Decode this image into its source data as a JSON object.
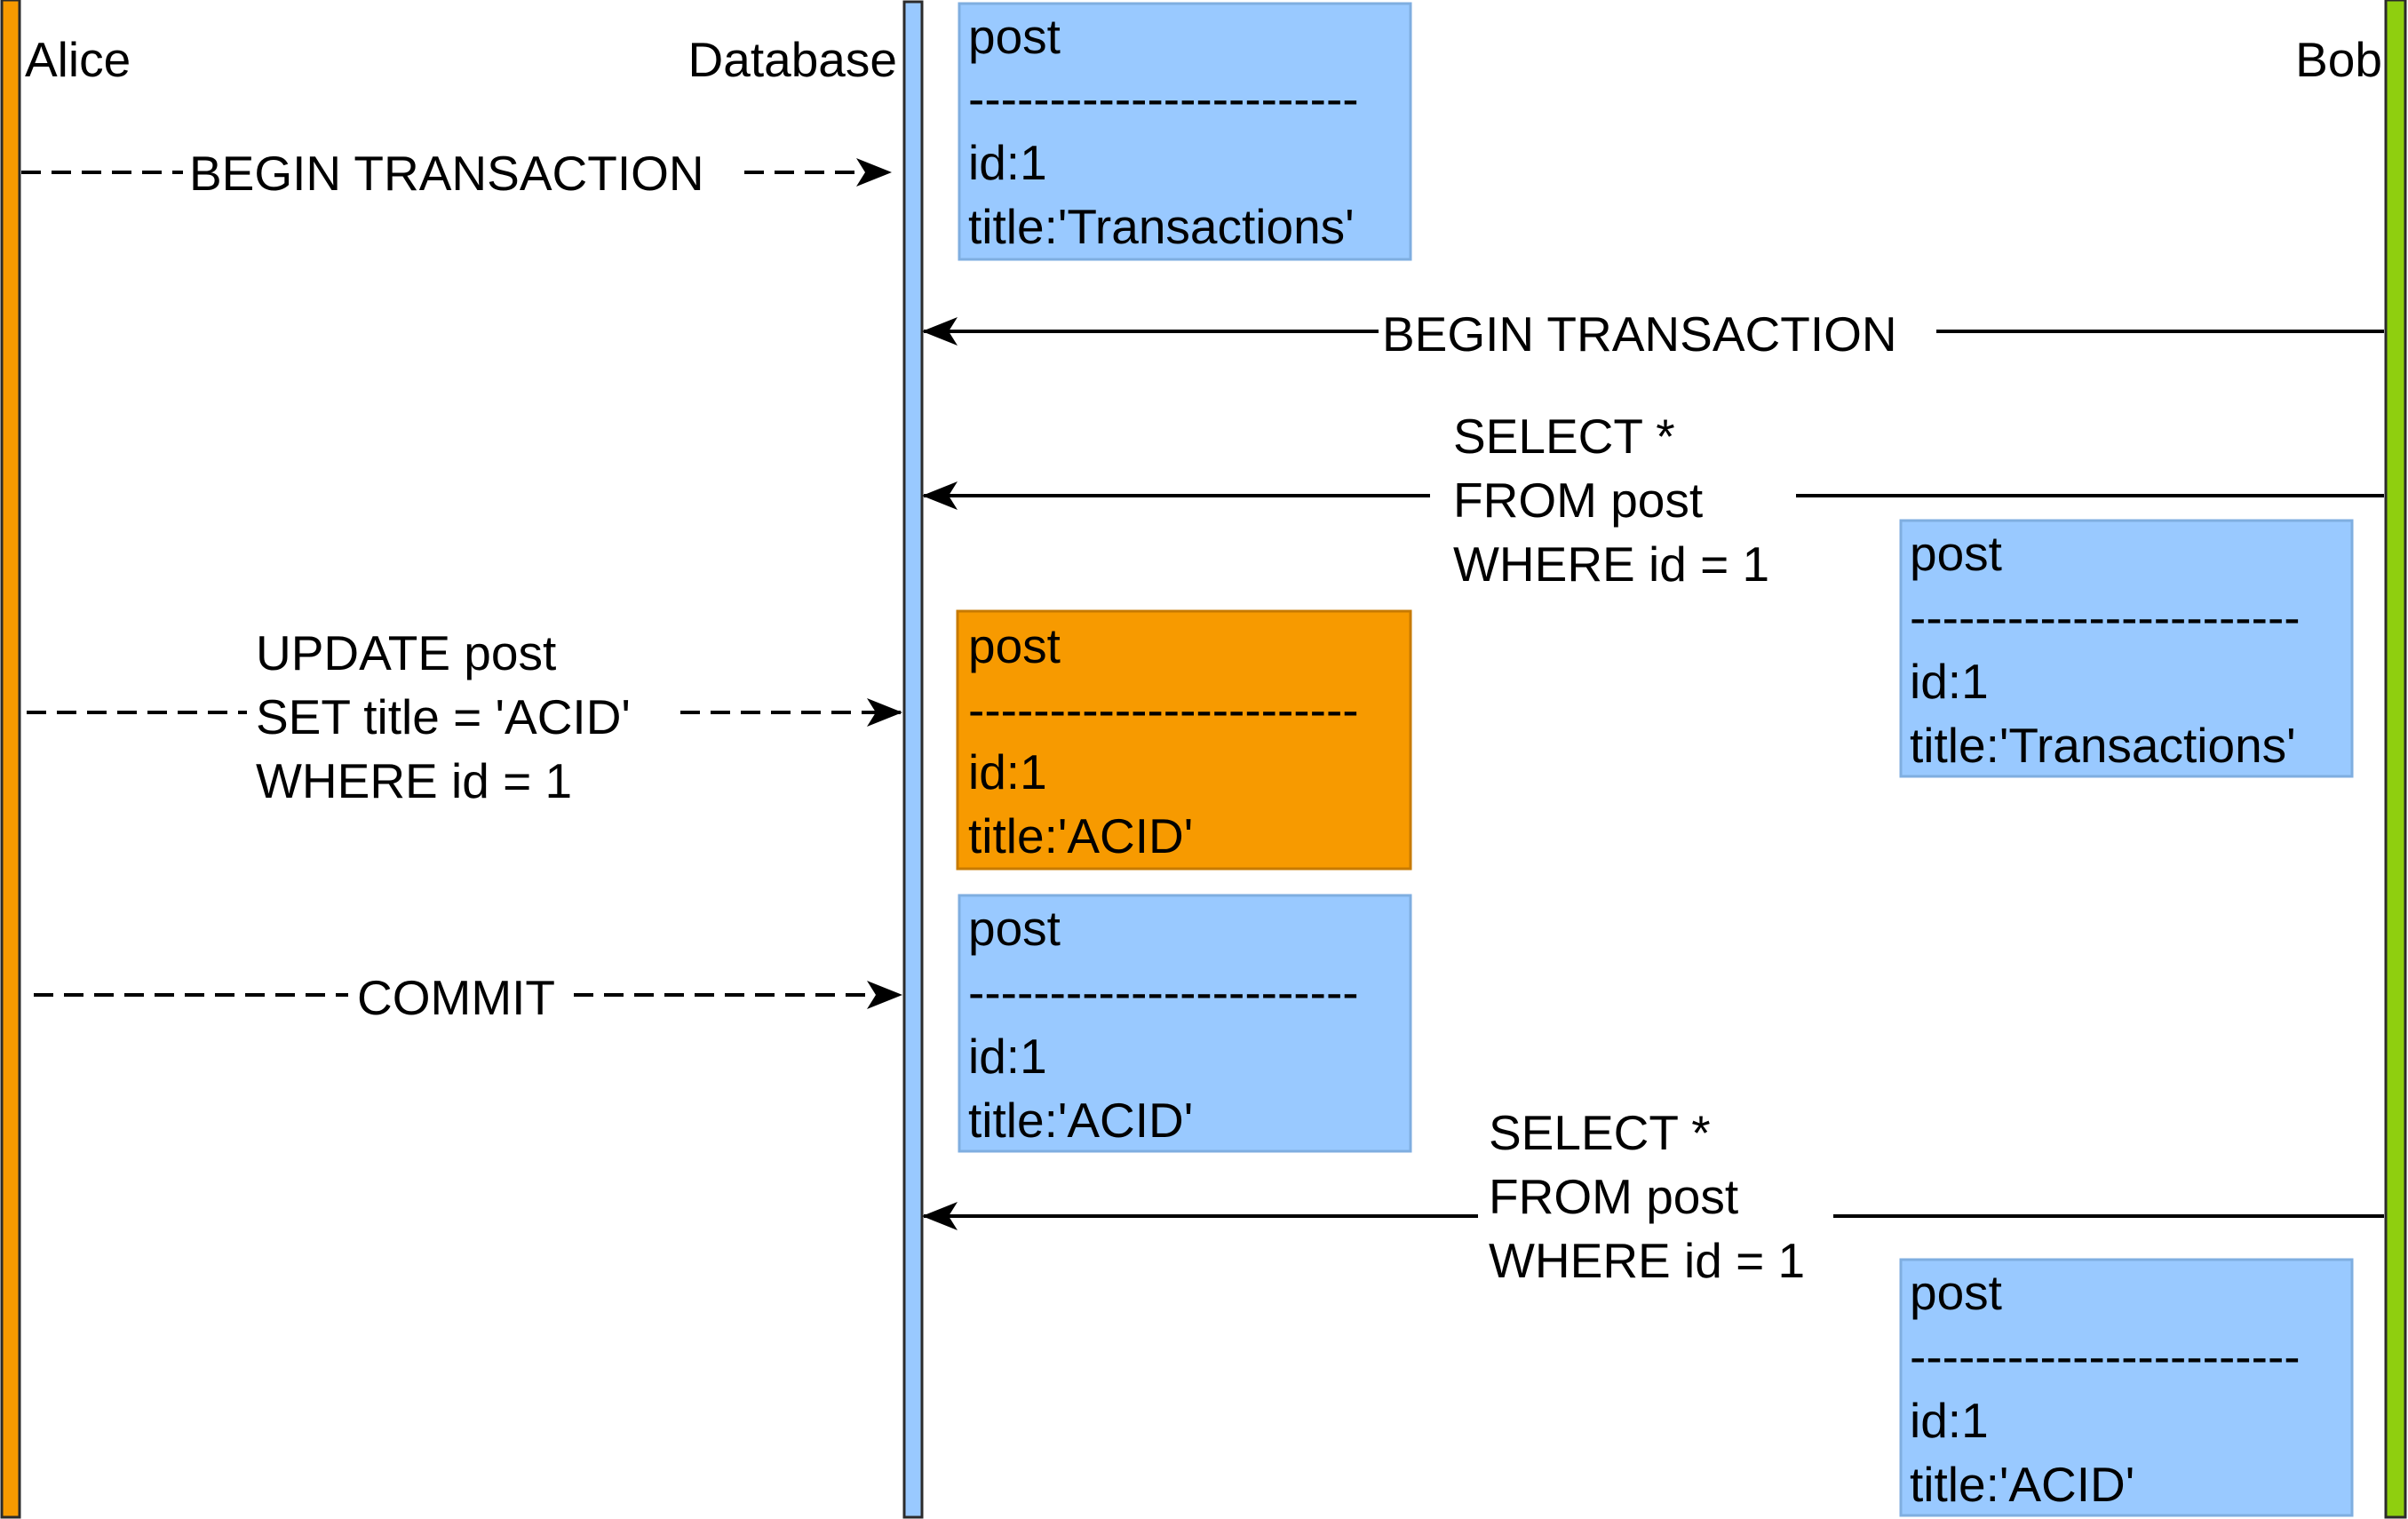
{
  "colors": {
    "alice": "#f79a00",
    "database": "#99c9ff",
    "bob": "#8fcf0f",
    "box_blue": "#99c9ff",
    "box_orange": "#f79a00",
    "border": "#2b2b2b"
  },
  "participants": {
    "alice": "Alice",
    "database": "Database",
    "bob": "Bob"
  },
  "messages": {
    "alice_begin": "BEGIN TRANSACTION",
    "bob_begin": "BEGIN TRANSACTION",
    "bob_select1": [
      "SELECT *",
      "FROM post",
      "WHERE id = 1"
    ],
    "alice_update": [
      "UPDATE post",
      "SET title = 'ACID'",
      "WHERE id = 1"
    ],
    "alice_commit": "COMMIT",
    "bob_select2": [
      "SELECT *",
      "FROM post",
      "WHERE id = 1"
    ]
  },
  "record_boxes": {
    "db_initial": {
      "table": "post",
      "separator": "------------------------",
      "id_line": "id:1",
      "title_line": "title:'Transactions'"
    },
    "bob_read1": {
      "table": "post",
      "separator": "------------------------",
      "id_line": "id:1",
      "title_line": "title:'Transactions'"
    },
    "db_uncommitted": {
      "table": "post",
      "separator": "------------------------",
      "id_line": "id:1",
      "title_line": "title:'ACID'"
    },
    "db_committed": {
      "table": "post",
      "separator": "------------------------",
      "id_line": "id:1",
      "title_line": "title:'ACID'"
    },
    "bob_read2": {
      "table": "post",
      "separator": "------------------------",
      "id_line": "id:1",
      "title_line": "title:'ACID'"
    }
  }
}
